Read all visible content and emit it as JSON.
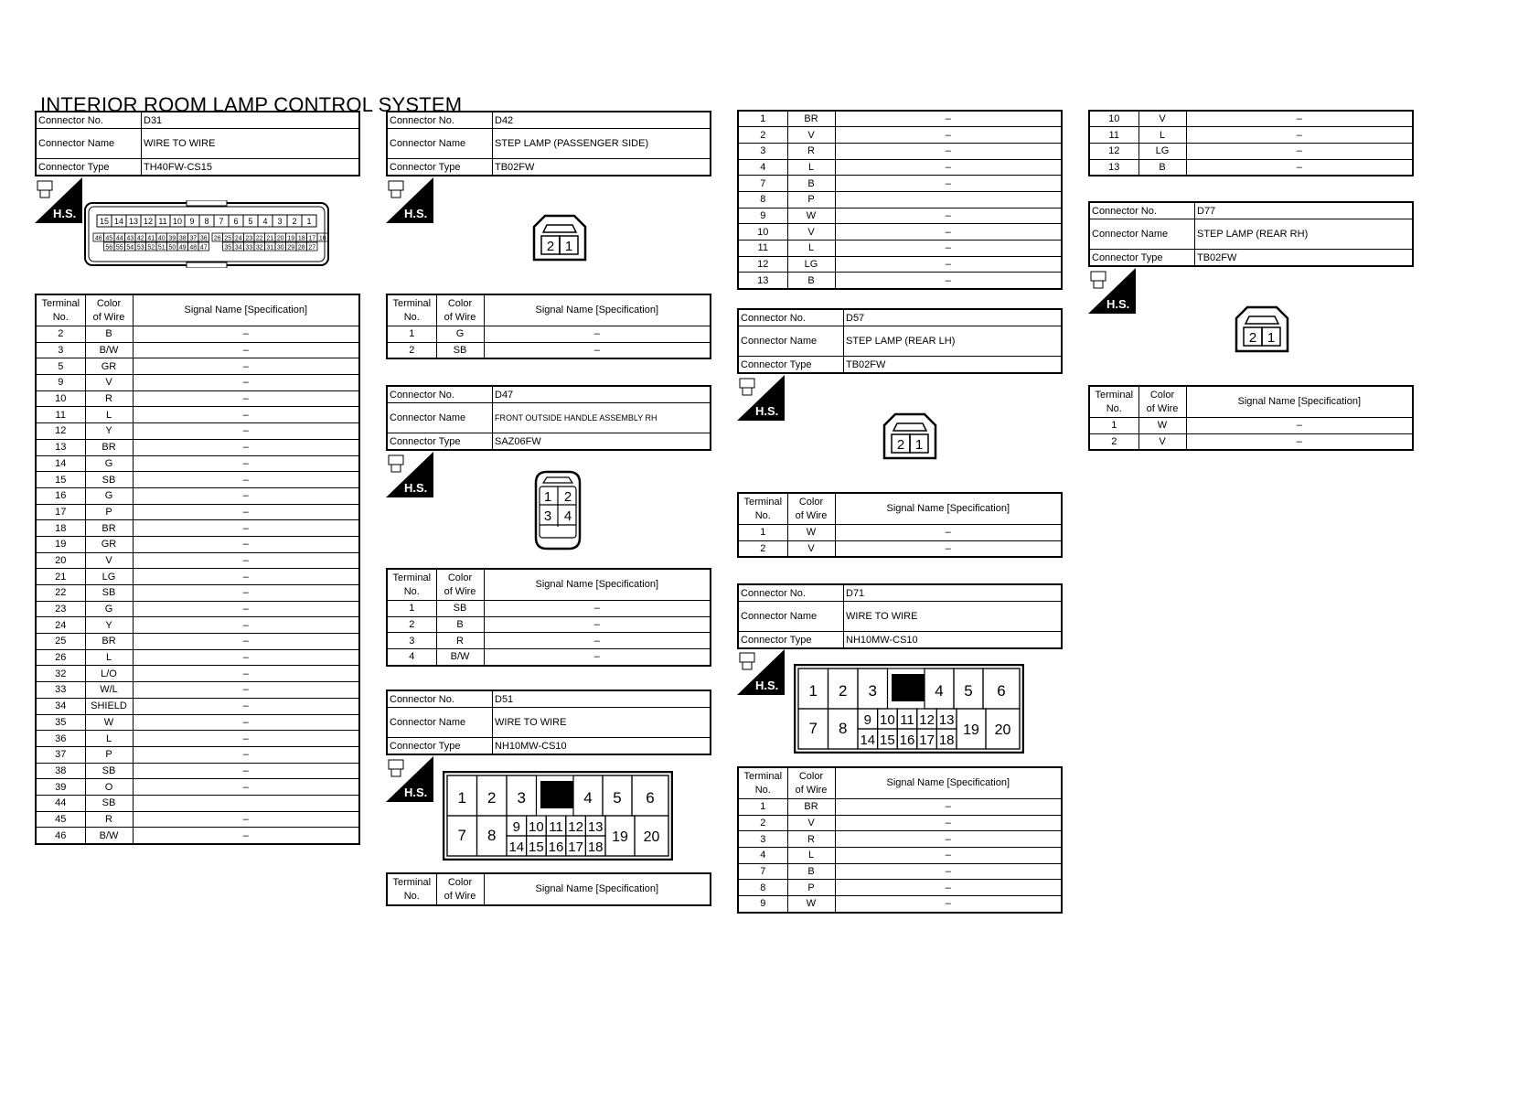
{
  "title": "INTERIOR ROOM LAMP CONTROL SYSTEM",
  "labels": {
    "connector_no": "Connector No.",
    "connector_name": "Connector Name",
    "connector_type": "Connector Type",
    "terminal_no_1": "Terminal",
    "terminal_no_2": "No.",
    "color_1": "Color",
    "color_2": "of Wire",
    "signal": "Signal Name [Specification]",
    "hs_badge": "H.S."
  },
  "connectors": [
    {
      "no": "D31",
      "name": "WIRE TO WIRE",
      "type": "TH40FW-CS15",
      "face_top": [
        "15",
        "14",
        "13",
        "12",
        "11",
        "10",
        "9",
        "8",
        "7",
        "6",
        "5",
        "4",
        "3",
        "2",
        "1"
      ],
      "face_mid_left": [
        "46",
        "45",
        "44",
        "43",
        "42",
        "41",
        "40",
        "39",
        "38",
        "37",
        "36"
      ],
      "face_mid_right": [
        "26",
        "25",
        "24",
        "23",
        "22",
        "21",
        "20",
        "19",
        "18",
        "17",
        "16"
      ],
      "face_bot_left": [
        "56",
        "55",
        "54",
        "53",
        "52",
        "51",
        "50",
        "49",
        "48",
        "47"
      ],
      "face_bot_right": [
        "35",
        "34",
        "33",
        "32",
        "31",
        "30",
        "29",
        "28",
        "27"
      ],
      "rows": [
        [
          "2",
          "B",
          "–"
        ],
        [
          "3",
          "B/W",
          "–"
        ],
        [
          "5",
          "GR",
          "–"
        ],
        [
          "9",
          "V",
          "–"
        ],
        [
          "10",
          "R",
          "–"
        ],
        [
          "11",
          "L",
          "–"
        ],
        [
          "12",
          "Y",
          "–"
        ],
        [
          "13",
          "BR",
          "–"
        ],
        [
          "14",
          "G",
          "–"
        ],
        [
          "15",
          "SB",
          "–"
        ],
        [
          "16",
          "G",
          "–"
        ],
        [
          "17",
          "P",
          "–"
        ],
        [
          "18",
          "BR",
          "–"
        ],
        [
          "19",
          "GR",
          "–"
        ],
        [
          "20",
          "V",
          "–"
        ],
        [
          "21",
          "LG",
          "–"
        ],
        [
          "22",
          "SB",
          "–"
        ],
        [
          "23",
          "G",
          "–"
        ],
        [
          "24",
          "Y",
          "–"
        ],
        [
          "25",
          "BR",
          "–"
        ],
        [
          "26",
          "L",
          "–"
        ],
        [
          "32",
          "L/O",
          "–"
        ],
        [
          "33",
          "W/L",
          "–"
        ],
        [
          "34",
          "SHIELD",
          "–"
        ],
        [
          "35",
          "W",
          "–"
        ],
        [
          "36",
          "L",
          "–"
        ],
        [
          "37",
          "P",
          "–"
        ],
        [
          "38",
          "SB",
          "–"
        ],
        [
          "39",
          "O",
          "–"
        ],
        [
          "44",
          "SB",
          ""
        ],
        [
          "45",
          "R",
          "–"
        ],
        [
          "46",
          "B/W",
          "–"
        ]
      ]
    },
    {
      "no": "D42",
      "name": "STEP LAMP (PASSENGER SIDE)",
      "type": "TB02FW",
      "face": [
        "2",
        "1"
      ],
      "rows": [
        [
          "1",
          "G",
          "–"
        ],
        [
          "2",
          "SB",
          "–"
        ]
      ]
    },
    {
      "no": "D47",
      "name": "FRONT OUTSIDE HANDLE ASSEMBLY RH",
      "type": "SAZ06FW",
      "face": [
        "1",
        "2",
        "3",
        "4"
      ],
      "rows": [
        [
          "1",
          "SB",
          "–"
        ],
        [
          "2",
          "B",
          "–"
        ],
        [
          "3",
          "R",
          "–"
        ],
        [
          "4",
          "B/W",
          "–"
        ]
      ]
    },
    {
      "no": "D51",
      "name": "WIRE TO WIRE",
      "type": "NH10MW-CS10",
      "face_top": [
        "1",
        "2",
        "3",
        "4",
        "5",
        "6"
      ],
      "face_bot_left": [
        "7",
        "8"
      ],
      "face_small_top": [
        "9",
        "10",
        "11",
        "12",
        "13"
      ],
      "face_small_bot": [
        "14",
        "15",
        "16",
        "17",
        "18"
      ],
      "face_bot_right": [
        "19",
        "20"
      ],
      "rows": []
    },
    {
      "no": "D51-cont",
      "name": "",
      "type": "",
      "rows": [
        [
          "1",
          "BR",
          "–"
        ],
        [
          "2",
          "V",
          "–"
        ],
        [
          "3",
          "R",
          "–"
        ],
        [
          "4",
          "L",
          "–"
        ],
        [
          "7",
          "B",
          "–"
        ],
        [
          "8",
          "P",
          ""
        ],
        [
          "9",
          "W",
          "–"
        ],
        [
          "10",
          "V",
          "–"
        ],
        [
          "11",
          "L",
          "–"
        ],
        [
          "12",
          "LG",
          "–"
        ],
        [
          "13",
          "B",
          "–"
        ]
      ]
    },
    {
      "no": "D57",
      "name": "STEP LAMP (REAR LH)",
      "type": "TB02FW",
      "face": [
        "2",
        "1"
      ],
      "rows": [
        [
          "1",
          "W",
          "–"
        ],
        [
          "2",
          "V",
          "–"
        ]
      ]
    },
    {
      "no": "D71",
      "name": "WIRE TO WIRE",
      "type": "NH10MW-CS10",
      "face_top": [
        "1",
        "2",
        "3",
        "4",
        "5",
        "6"
      ],
      "face_bot_left": [
        "7",
        "8"
      ],
      "face_small_top": [
        "9",
        "10",
        "11",
        "12",
        "13"
      ],
      "face_small_bot": [
        "14",
        "15",
        "16",
        "17",
        "18"
      ],
      "face_bot_right": [
        "19",
        "20"
      ],
      "rows": [
        [
          "1",
          "BR",
          "–"
        ],
        [
          "2",
          "V",
          "–"
        ],
        [
          "3",
          "R",
          "–"
        ],
        [
          "4",
          "L",
          "–"
        ],
        [
          "7",
          "B",
          "–"
        ],
        [
          "8",
          "P",
          "–"
        ],
        [
          "9",
          "W",
          "–"
        ]
      ]
    },
    {
      "no": "D71-cont",
      "name": "",
      "type": "",
      "rows": [
        [
          "10",
          "V",
          "–"
        ],
        [
          "11",
          "L",
          "–"
        ],
        [
          "12",
          "LG",
          "–"
        ],
        [
          "13",
          "B",
          "–"
        ]
      ]
    },
    {
      "no": "D77",
      "name": "STEP LAMP (REAR RH)",
      "type": "TB02FW",
      "face": [
        "2",
        "1"
      ],
      "rows": [
        [
          "1",
          "W",
          "–"
        ],
        [
          "2",
          "V",
          "–"
        ]
      ]
    }
  ]
}
